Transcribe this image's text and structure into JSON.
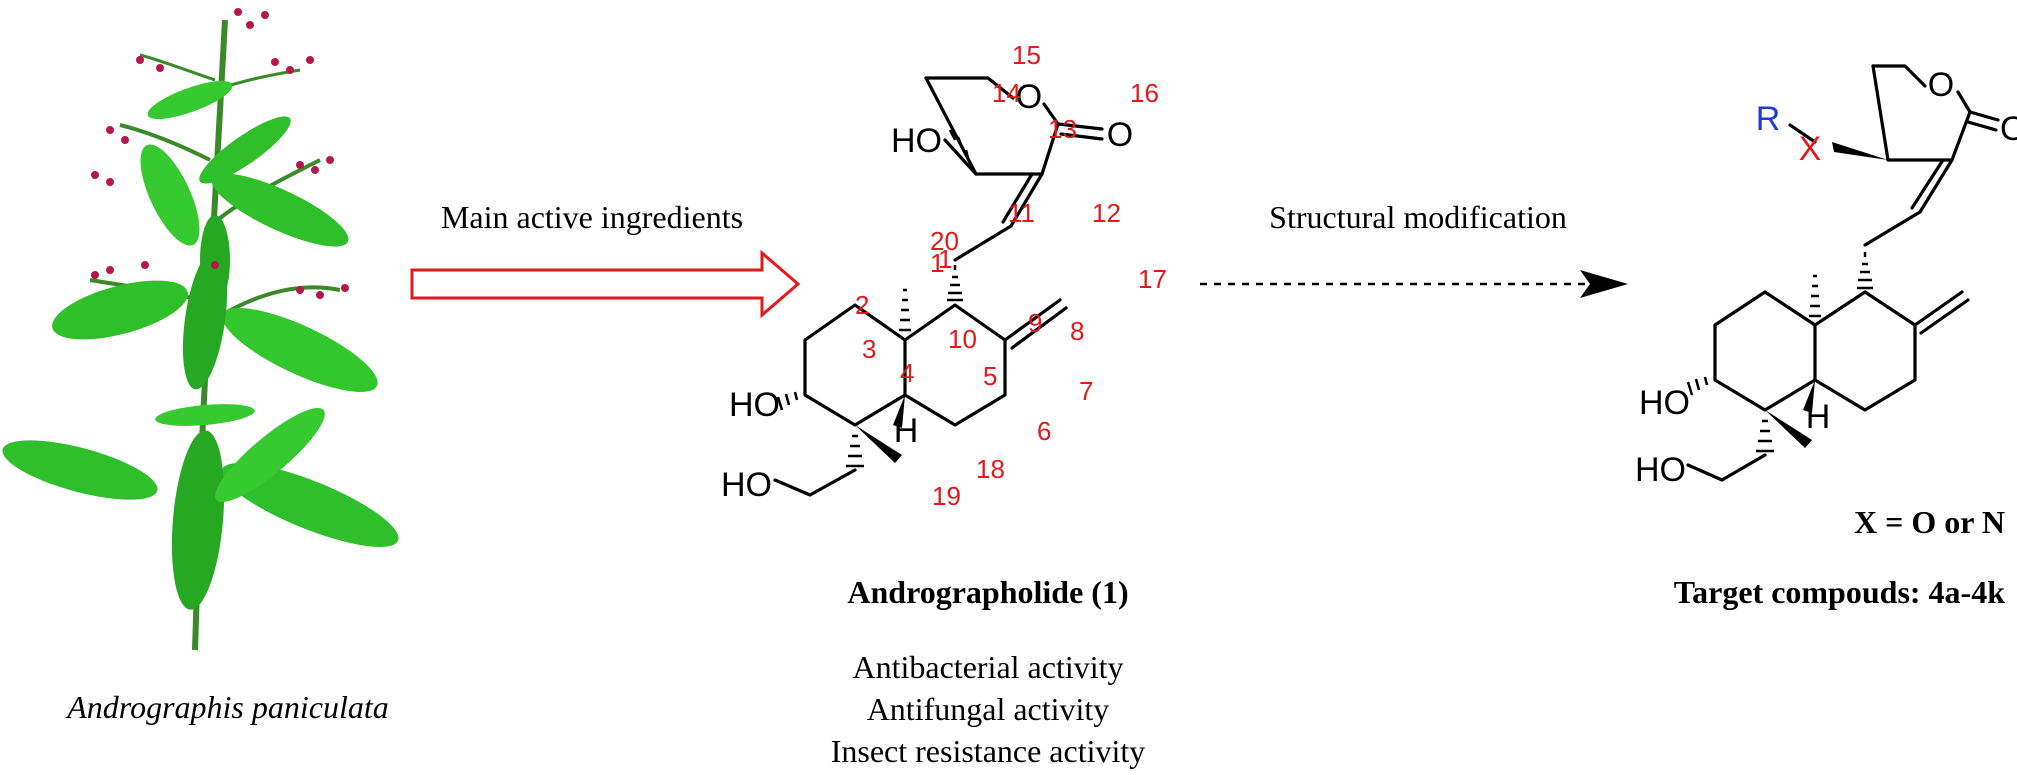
{
  "colors": {
    "accent_red": "#e31a1c",
    "accent_blue": "#1f3bd6",
    "bond": "#000000",
    "leaf_green": "#2fbf2a"
  },
  "plant": {
    "caption": "Andrographis paniculata"
  },
  "arrow1": {
    "label": "Main active ingredients"
  },
  "arrow2": {
    "label": "Structural modification"
  },
  "compound1": {
    "name": "Andrographolide (1)",
    "activities": [
      "Antibacterial activity",
      "Antifungal activity",
      "Insect resistance activity"
    ],
    "atoms": {
      "ho_top": "HO",
      "o_ring": "O",
      "o_carbonyl": "O",
      "ho_left": "HO",
      "ho_bottom": "HO",
      "h": "H"
    },
    "numbers": [
      "1",
      "2",
      "3",
      "4",
      "5",
      "6",
      "7",
      "8",
      "9",
      "10",
      "11",
      "12",
      "13",
      "14",
      "15",
      "16",
      "17",
      "18",
      "19",
      "20"
    ]
  },
  "compound2": {
    "substituent_r": "R",
    "substituent_x": "X",
    "x_definition": "X = O or N",
    "name": "Target compouds: 4a-4k",
    "atoms": {
      "o_ring": "O",
      "o_carbonyl": "O",
      "ho_left": "HO",
      "ho_bottom": "HO",
      "h": "H"
    }
  }
}
